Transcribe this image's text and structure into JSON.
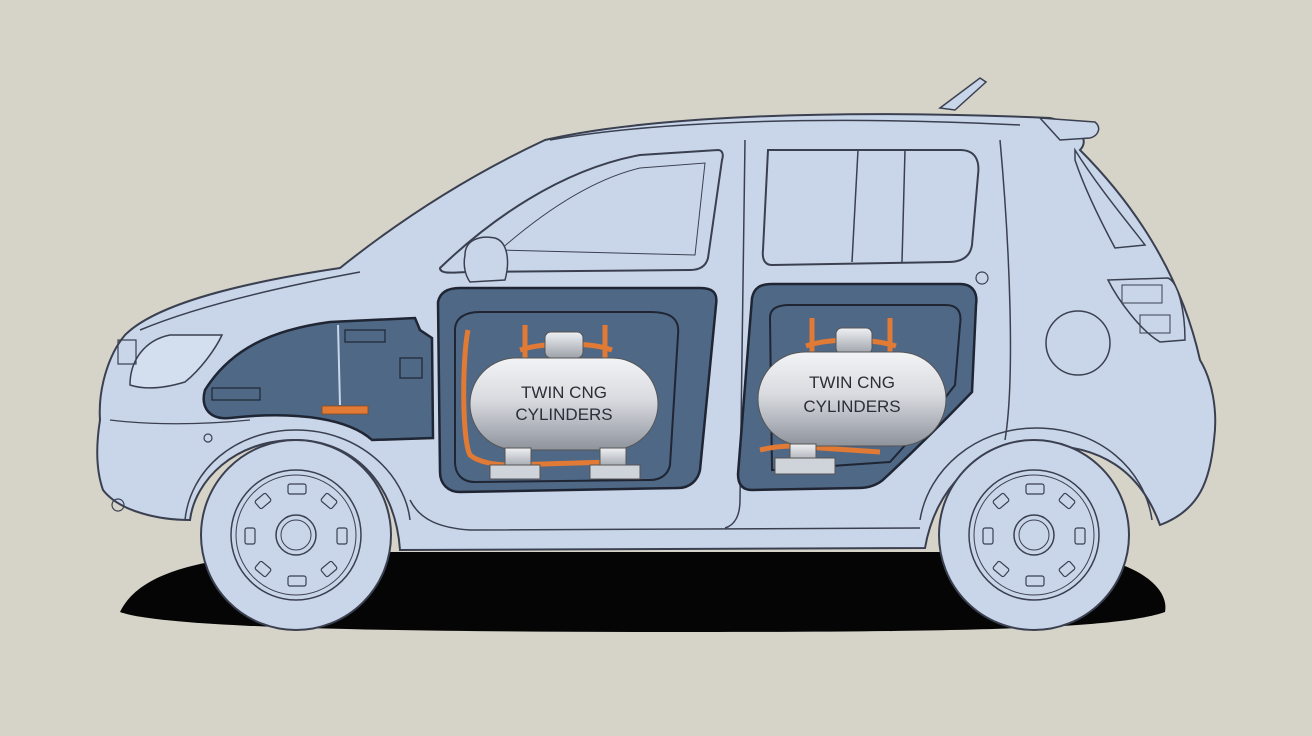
{
  "diagram": {
    "subject": "Side cutaway of a hatchback car showing CNG fuel tank installation",
    "colors": {
      "background": "#d6d3c8",
      "car_body": "#c9d6ea",
      "outline": "#3a4050",
      "cutaway_fill": "#4f6886",
      "pipes": "#e07a35",
      "cylinder": "#d8dadf",
      "shadow": "#050505"
    },
    "labels": [
      {
        "id": "front-cylinder",
        "line1": "TWIN CNG",
        "line2": "CYLINDERS"
      },
      {
        "id": "rear-cylinder",
        "line1": "TWIN CNG",
        "line2": "CYLINDERS"
      }
    ]
  }
}
